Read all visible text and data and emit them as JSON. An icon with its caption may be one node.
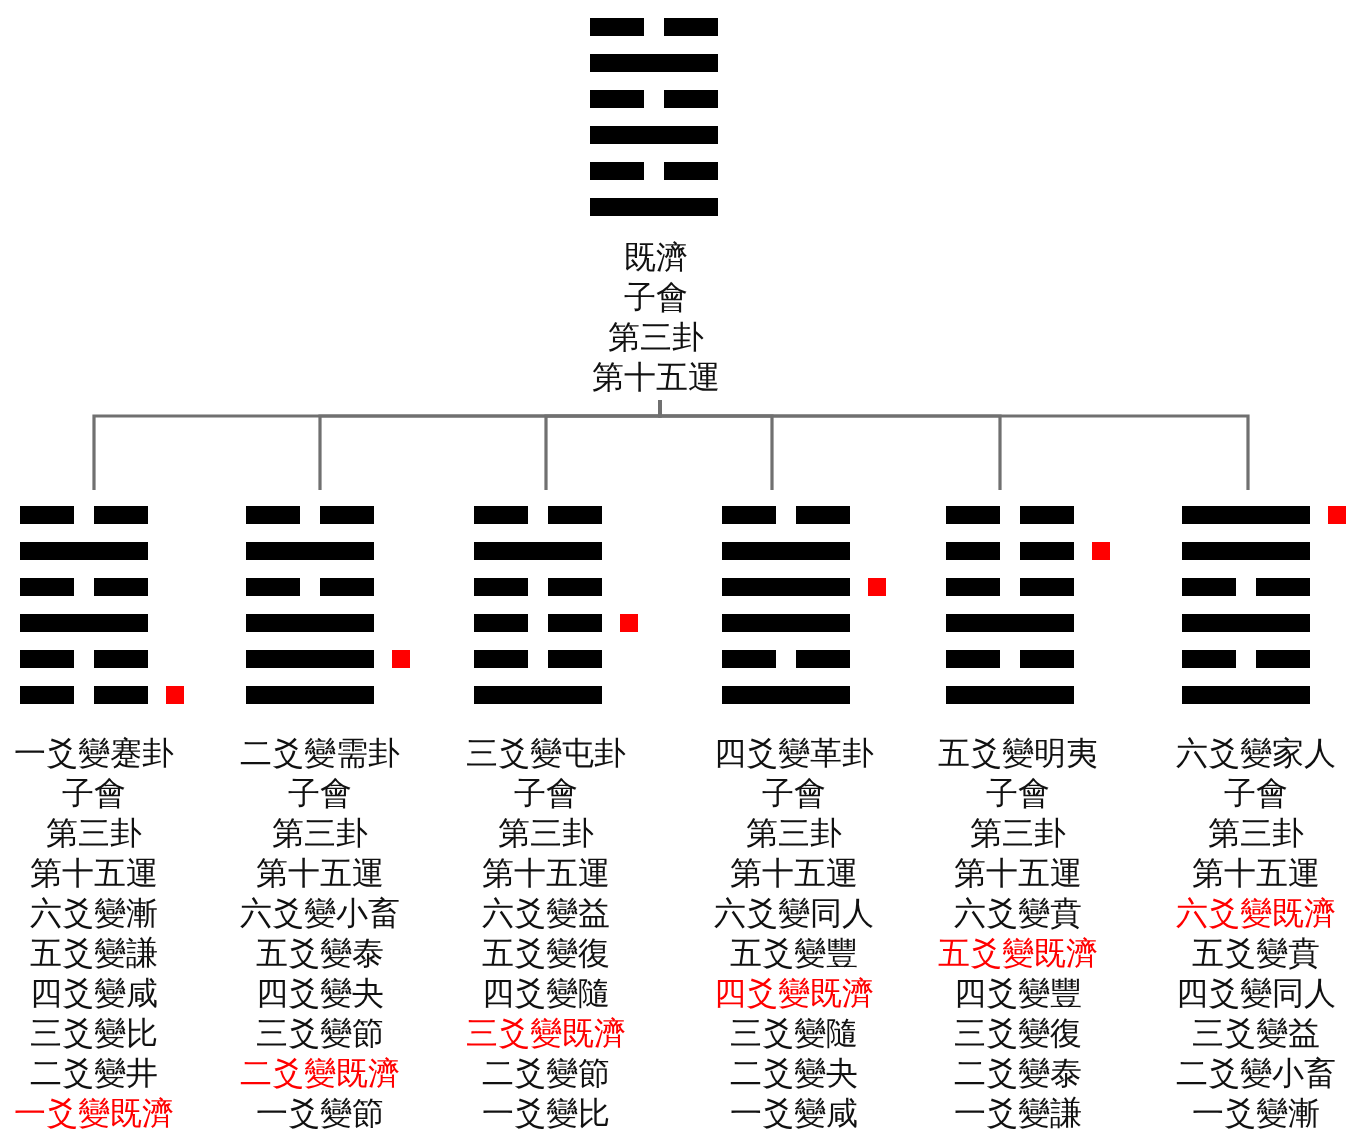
{
  "diagram": {
    "nodes": [
      {
        "text": [
          "既濟",
          "子會",
          "第三卦",
          "第十五運"
        ]
      },
      {
        "text": [
          "一爻變蹇卦",
          "子會",
          "第三卦",
          "第十五運",
          "六爻變漸",
          "五爻變謙",
          "四爻變咸",
          "三爻變比",
          "二爻變井",
          "一爻變既濟"
        ]
      },
      {
        "text": [
          "二爻變需卦",
          "子會",
          "第三卦",
          "第十五運",
          "六爻變小畜",
          "五爻變泰",
          "四爻變夬",
          "三爻變節",
          "二爻變既濟",
          "一爻變節"
        ]
      },
      {
        "text": [
          "三爻變屯卦",
          "子會",
          "第三卦",
          "第十五運",
          "六爻變益",
          "五爻變復",
          "四爻變隨",
          "三爻變既濟",
          "二爻變節",
          "一爻變比"
        ]
      },
      {
        "text": [
          "四爻變革卦",
          "子會",
          "第三卦",
          "第十五運",
          "六爻變同人",
          "五爻變豐",
          "四爻變既濟",
          "三爻變隨",
          "二爻變夬",
          "一爻變咸"
        ]
      },
      {
        "text": [
          "五爻變明夷",
          "子會",
          "第三卦",
          "第十五運",
          "六爻變賁",
          "五爻變既濟",
          "四爻變豐",
          "三爻變復",
          "二爻變泰",
          "一爻變謙"
        ]
      },
      {
        "text": [
          "六爻變家人",
          "子會",
          "第三卦",
          "第十五運",
          "六爻變既濟",
          "五爻變賁",
          "四爻變同人",
          "三爻變益",
          "二爻變小畜",
          "一爻變漸"
        ]
      }
    ],
    "edges": [
      {
        "from": 0,
        "to": 1,
        "arrow": "none"
      },
      {
        "from": 0,
        "to": 2,
        "arrow": "none"
      },
      {
        "from": 0,
        "to": 3,
        "arrow": "none"
      },
      {
        "from": 0,
        "to": 4,
        "arrow": "none"
      },
      {
        "from": 0,
        "to": 5,
        "arrow": "none"
      },
      {
        "from": 0,
        "to": 6,
        "arrow": "none"
      }
    ]
  }
}
